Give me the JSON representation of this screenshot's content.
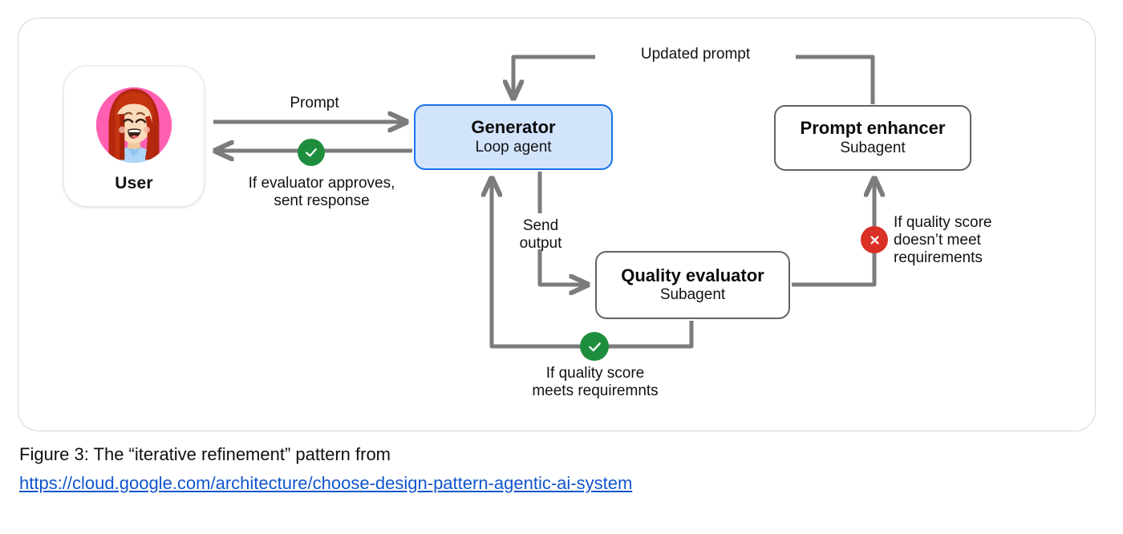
{
  "figure": {
    "caption_text": "Figure 3: The “iterative refinement” pattern from",
    "caption_link": "https://cloud.google.com/architecture/choose-design-pattern-agentic-ai-system",
    "link_color": "#1155cc"
  },
  "actor": {
    "label": "User",
    "avatar_icon": "woman-avatar-icon",
    "avatar_bg": "#ff5fb0",
    "hair_color": "#c32f1a",
    "skin_color": "#f7d9b6",
    "shirt_color": "#aed6f8"
  },
  "nodes": [
    {
      "id": "generator",
      "title": "Generator",
      "subtitle": "Loop agent",
      "fill": "#d2e3fc",
      "border": "#1a73e8"
    },
    {
      "id": "prompt-enhancer",
      "title": "Prompt enhancer",
      "subtitle": "Subagent",
      "fill": "#ffffff",
      "border": "#5f6368"
    },
    {
      "id": "quality-evaluator",
      "title": "Quality evaluator",
      "subtitle": "Subagent",
      "fill": "#ffffff",
      "border": "#5f6368"
    }
  ],
  "edges": {
    "prompt": "Prompt",
    "approves": "If evaluator approves,\nsent response",
    "updated_prompt": "Updated prompt",
    "send_output": "Send\noutput",
    "not_meet": "If quality score\ndoesn’t meet\nrequirements",
    "meets": "If quality score\nmeets requiremnts"
  },
  "badges": {
    "approve": {
      "icon": "check-icon",
      "color": "#1e8e3e"
    },
    "meets": {
      "icon": "check-icon",
      "color": "#1e8e3e"
    },
    "not_meet": {
      "icon": "x-icon",
      "color": "#d93025"
    }
  },
  "style": {
    "arrow_color": "#7c7c7c",
    "card_border": "#d6d6d6"
  }
}
